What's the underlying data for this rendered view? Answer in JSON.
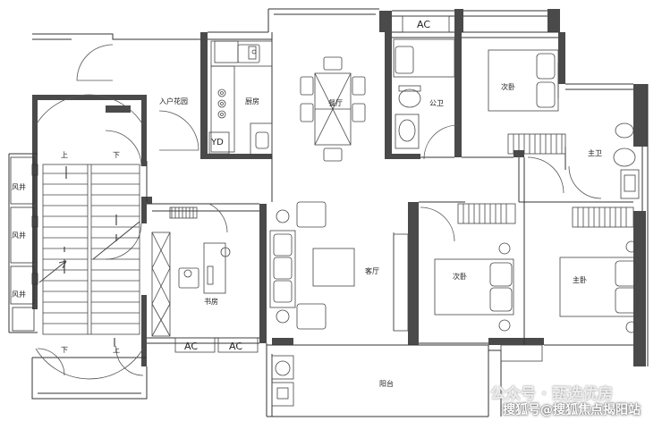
{
  "rooms": {
    "entry_garden": "入户花园",
    "kitchen": "厨房",
    "dining": "餐厅",
    "public_bath": "公卫",
    "second_bedroom_top": "次卧",
    "master_bath": "主卫",
    "study": "书房",
    "living": "客厅",
    "second_bedroom_mid": "次卧",
    "master_bedroom": "主卧",
    "balcony": "阳台"
  },
  "stair": {
    "up_top": "上",
    "down_top": "下",
    "down_bottom": "下",
    "up_bottom": "上",
    "shaft_1": "风井",
    "shaft_2": "风井",
    "shaft_3": "风井"
  },
  "fixtures": {
    "ac_top": "AC",
    "ac_study_1": "AC",
    "ac_study_2": "AC",
    "washer": "YD"
  },
  "watermark": {
    "brand": "公众号 · 甄选优房",
    "line2": "搜狐号@搜狐焦点揭阳站"
  },
  "colors": {
    "wall": "#4a4a4a",
    "line": "#333333",
    "background": "#ffffff"
  }
}
